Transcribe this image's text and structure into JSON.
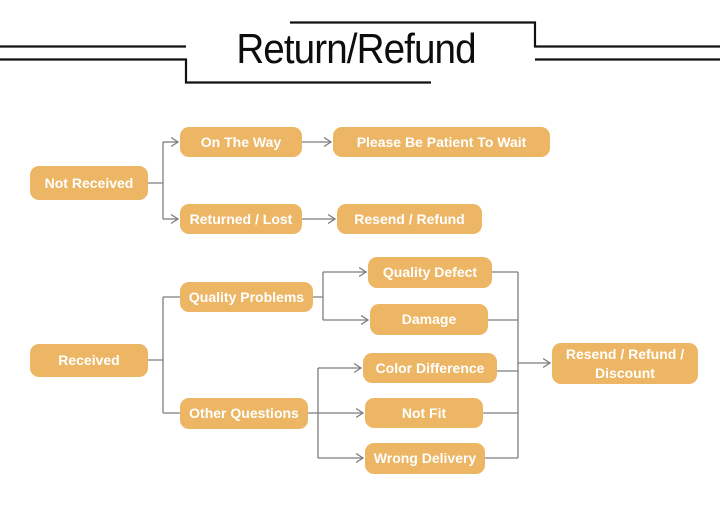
{
  "title": {
    "text": "Return/Refund"
  },
  "colors": {
    "node_fill": "#ECB665",
    "node_text": "#FFFFFF",
    "connector_line": "#7E7E7E",
    "title_decoration": "#111111",
    "background": "#FFFFFF"
  },
  "flowchart": {
    "nodes": {
      "not_received": {
        "label": "Not Received"
      },
      "on_the_way": {
        "label": "On The Way"
      },
      "please_wait": {
        "label": "Please Be Patient To Wait"
      },
      "returned_lost": {
        "label": "Returned / Lost"
      },
      "resend_refund": {
        "label": "Resend / Refund"
      },
      "received": {
        "label": "Received"
      },
      "quality_problems": {
        "label": "Quality Problems"
      },
      "quality_defect": {
        "label": "Quality Defect"
      },
      "damage": {
        "label": "Damage"
      },
      "other_questions": {
        "label": "Other Questions"
      },
      "color_difference": {
        "label": "Color Difference"
      },
      "not_fit": {
        "label": "Not Fit"
      },
      "wrong_delivery": {
        "label": "Wrong Delivery"
      },
      "resend_refund_discount": {
        "label": "Resend / Refund / Discount"
      }
    },
    "edges": [
      {
        "from": "not_received",
        "to": "on_the_way",
        "arrow": true
      },
      {
        "from": "not_received",
        "to": "returned_lost",
        "arrow": true
      },
      {
        "from": "on_the_way",
        "to": "please_wait",
        "arrow": true
      },
      {
        "from": "returned_lost",
        "to": "resend_refund",
        "arrow": true
      },
      {
        "from": "received",
        "to": "quality_problems",
        "arrow": false
      },
      {
        "from": "received",
        "to": "other_questions",
        "arrow": false
      },
      {
        "from": "quality_problems",
        "to": "quality_defect",
        "arrow": true
      },
      {
        "from": "quality_problems",
        "to": "damage",
        "arrow": true
      },
      {
        "from": "other_questions",
        "to": "color_difference",
        "arrow": true
      },
      {
        "from": "other_questions",
        "to": "not_fit",
        "arrow": true
      },
      {
        "from": "other_questions",
        "to": "wrong_delivery",
        "arrow": true
      },
      {
        "from": "quality_defect",
        "to": "resend_refund_discount",
        "arrow": true
      },
      {
        "from": "damage",
        "to": "resend_refund_discount",
        "arrow": true
      },
      {
        "from": "color_difference",
        "to": "resend_refund_discount",
        "arrow": true
      },
      {
        "from": "not_fit",
        "to": "resend_refund_discount",
        "arrow": true
      },
      {
        "from": "wrong_delivery",
        "to": "resend_refund_discount",
        "arrow": true
      }
    ]
  }
}
